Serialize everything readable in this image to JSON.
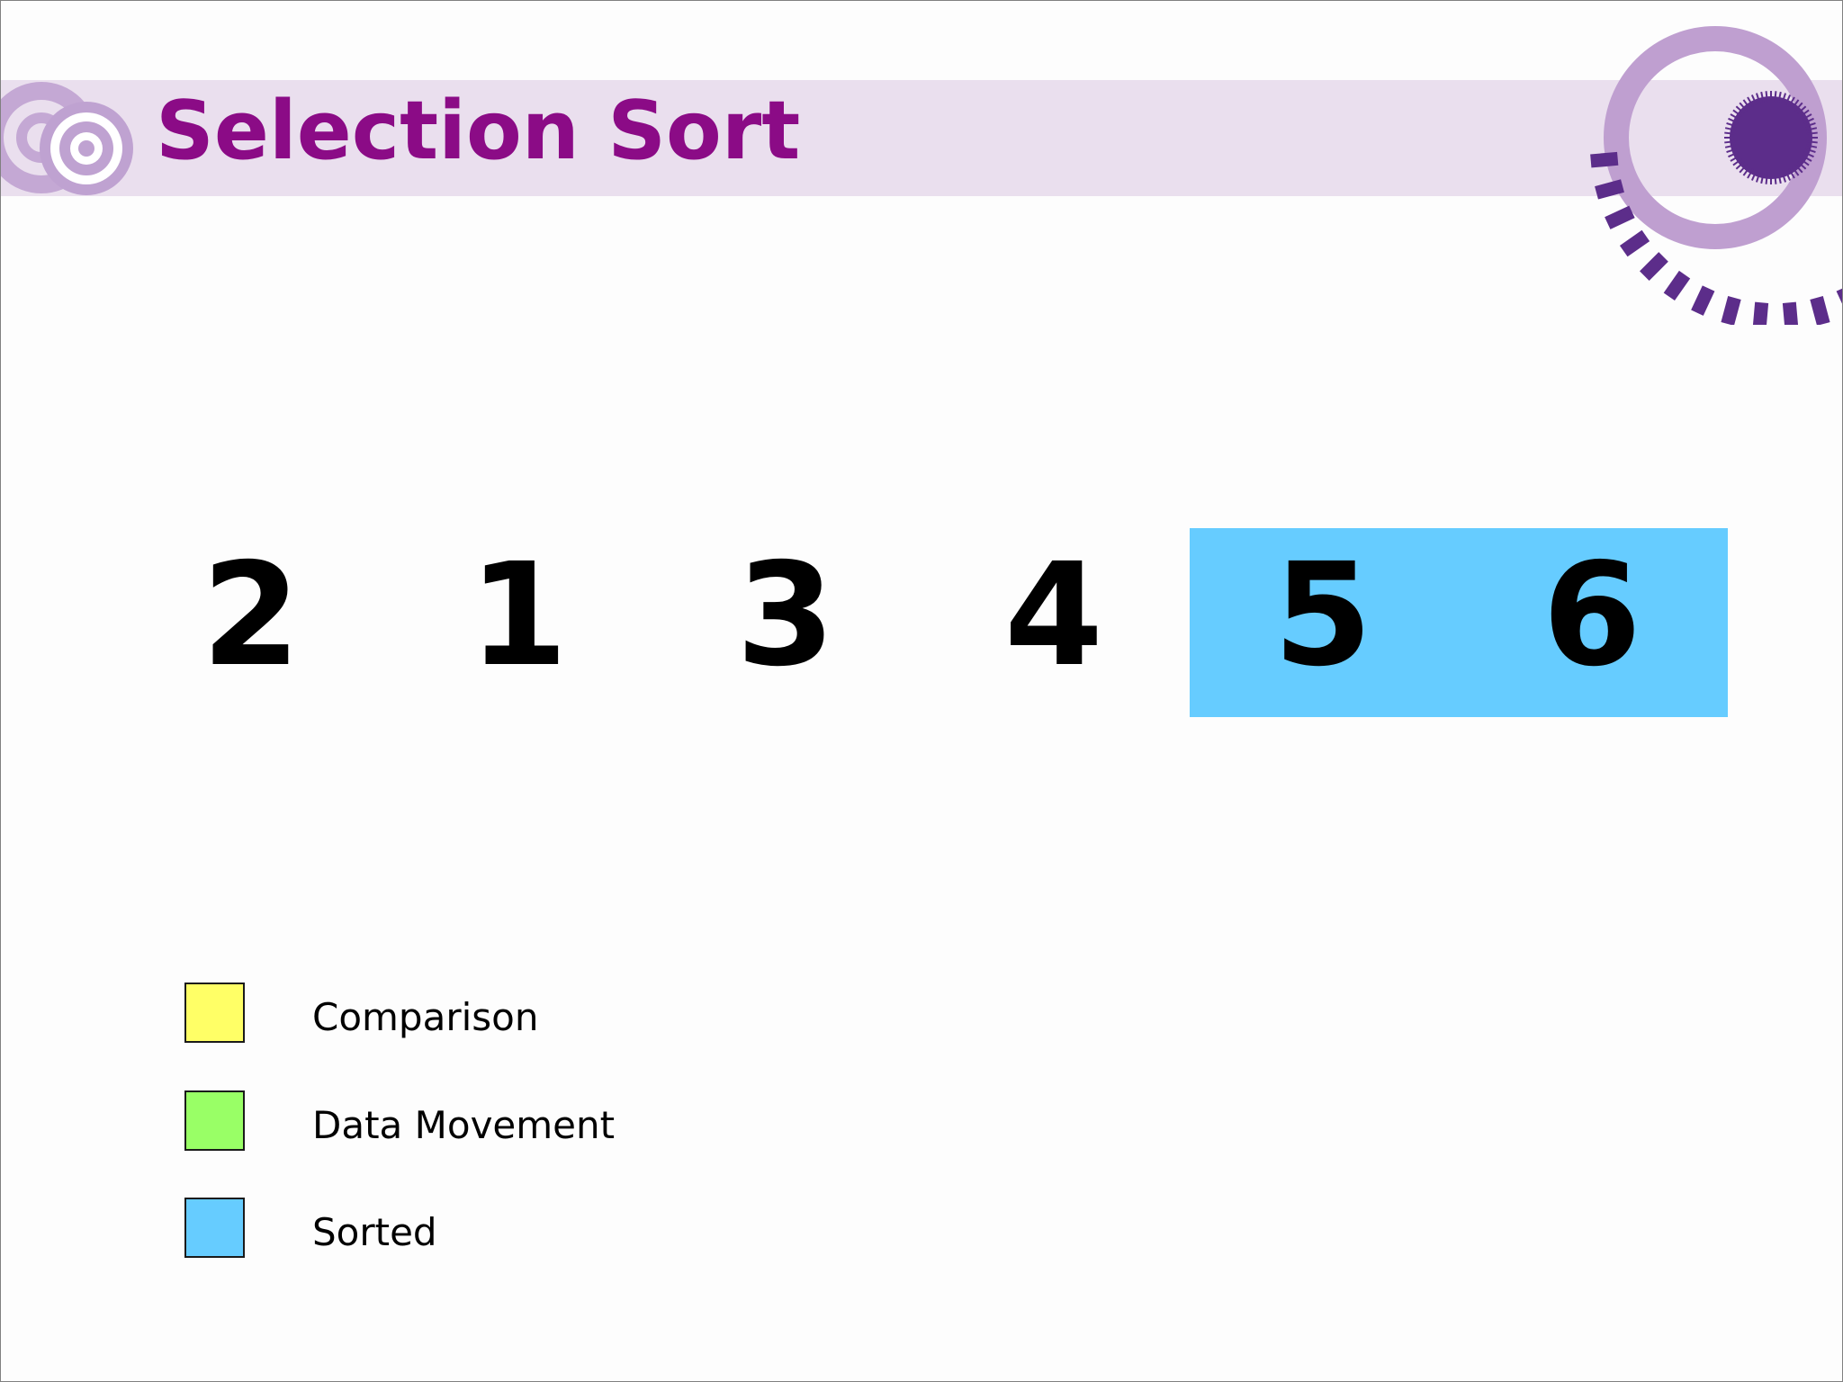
{
  "slide": {
    "title": "Selection Sort",
    "title_color": "#8b0b86",
    "band_color": "#eadfee",
    "accent_dark": "#5c2d8a",
    "accent_light": "#bf9fd0"
  },
  "array": {
    "values": [
      "2",
      "1",
      "3",
      "4",
      "5",
      "6"
    ],
    "sorted_from_index": 4,
    "sorted_color": "#66ccff"
  },
  "legend": [
    {
      "label": "Comparison",
      "color": "#ffff66"
    },
    {
      "label": "Data Movement",
      "color": "#99ff66"
    },
    {
      "label": "Sorted",
      "color": "#66ccff"
    }
  ]
}
